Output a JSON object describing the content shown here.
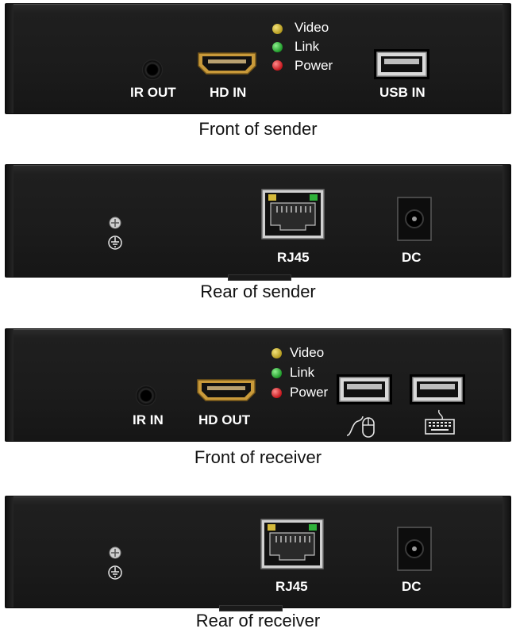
{
  "captions": {
    "front_sender": "Front of sender",
    "rear_sender": "Rear of sender",
    "front_receiver": "Front of receiver",
    "rear_receiver": "Rear of receiver"
  },
  "front_sender": {
    "ir": "IR OUT",
    "hd": "HD IN",
    "usb": "USB IN",
    "leds": {
      "video": "Video",
      "link": "Link",
      "power": "Power"
    }
  },
  "rear_sender": {
    "rj45": "RJ45",
    "dc": "DC"
  },
  "front_receiver": {
    "ir": "IR IN",
    "hd": "HD OUT",
    "leds": {
      "video": "Video",
      "link": "Link",
      "power": "Power"
    }
  },
  "rear_receiver": {
    "rj45": "RJ45",
    "dc": "DC"
  },
  "colors": {
    "panel": "#1b1b1b",
    "led_video": "#d4b93a",
    "led_link": "#2fb23a",
    "led_power": "#d42027",
    "connector_metal": "#c9c9c9",
    "hdmi_gold": "#c99a3a"
  },
  "icons": [
    "audio-jack-icon",
    "hdmi-port-icon",
    "usb-port-icon",
    "rj45-port-icon",
    "dc-jack-icon",
    "ground-icon",
    "mouse-icon",
    "keyboard-icon"
  ]
}
